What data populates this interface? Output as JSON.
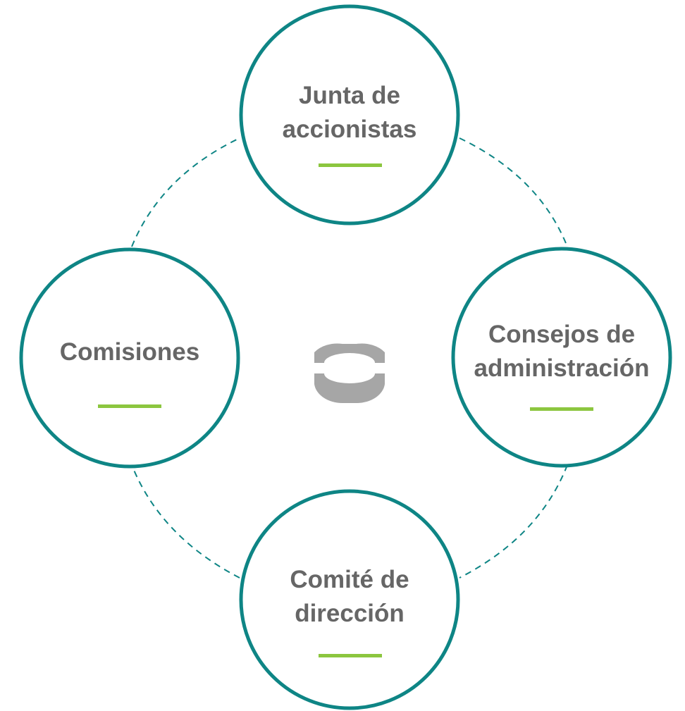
{
  "diagram": {
    "nodes": [
      {
        "id": "junta",
        "lines": [
          "Junta de",
          "accionistas"
        ]
      },
      {
        "id": "consejos",
        "lines": [
          "Consejos de",
          "administración"
        ]
      },
      {
        "id": "comite",
        "lines": [
          "Comité de",
          "dirección"
        ]
      },
      {
        "id": "comisiones",
        "lines": [
          "Comisiones"
        ]
      }
    ],
    "center_icon": "company-logo-icon",
    "colors": {
      "circle_stroke": "#0e8585",
      "accent_bar": "#8cc63f",
      "text": "#666666",
      "logo": "#a6a6a6",
      "connector": "#0e8585"
    }
  }
}
